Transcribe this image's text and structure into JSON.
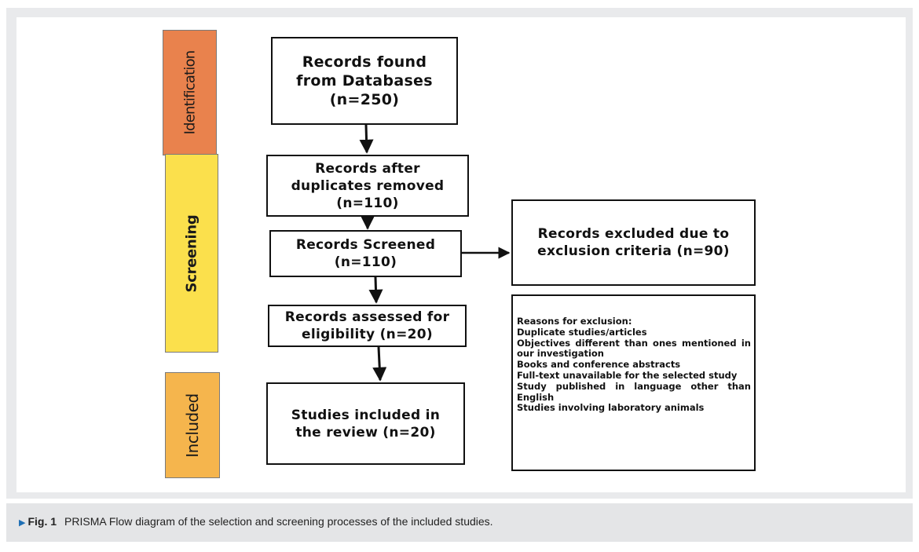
{
  "stages": [
    {
      "id": "identification",
      "label": "Identification",
      "color": "#e9824d"
    },
    {
      "id": "screening",
      "label": "Screening",
      "color": "#fbe04c"
    },
    {
      "id": "included",
      "label": "Included",
      "color": "#f5b54d"
    }
  ],
  "boxes": {
    "records_found": "Records found\nfrom Databases\n(n=250)",
    "after_duplicates": "Records after\nduplicates removed\n(n=110)",
    "screened": "Records Screened\n(n=110)",
    "excluded": "Records excluded due to\nexclusion criteria (n=90)",
    "eligibility": "Records assessed for\neligibility (n=20)",
    "included_studies": "Studies included in\nthe review (n=20)"
  },
  "reasons": {
    "title": "Reasons for exclusion:",
    "items": [
      "Duplicate studies/articles",
      "Objectives different than ones mentioned in our investigation",
      "Books and conference abstracts",
      "Full-text unavailable for the selected study",
      "Study published in language other than English",
      "Studies involving laboratory animals"
    ]
  },
  "caption": {
    "label": "Fig. 1",
    "text": "PRISMA Flow diagram of the selection and screening processes of the included studies."
  }
}
